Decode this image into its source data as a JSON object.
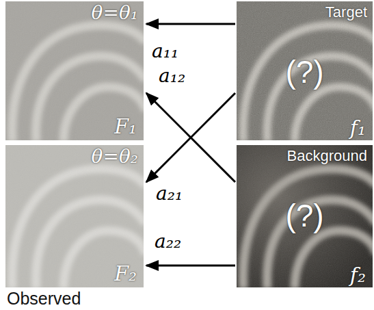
{
  "diagram": {
    "nodes": [
      {
        "text": [
          "θ=θ₁",
          "F₁"
        ]
      },
      {
        "text": [
          "Target",
          "(?)",
          "f₁"
        ]
      },
      {
        "text": [
          "θ=θ₂",
          "F₂"
        ]
      },
      {
        "text": [
          "Background",
          "(?)",
          "f₂"
        ]
      }
    ],
    "edges": [
      {
        "from": 1,
        "to": 0,
        "label": "a₁₁",
        "arrow": "to"
      },
      {
        "from": 3,
        "to": 0,
        "label": "a₁₂",
        "arrow": "to"
      },
      {
        "from": 1,
        "to": 2,
        "label": "a₂₁",
        "arrow": "to"
      },
      {
        "from": 3,
        "to": 2,
        "label": "a₂₂",
        "arrow": "to"
      }
    ],
    "labels": [
      "Observed"
    ]
  }
}
